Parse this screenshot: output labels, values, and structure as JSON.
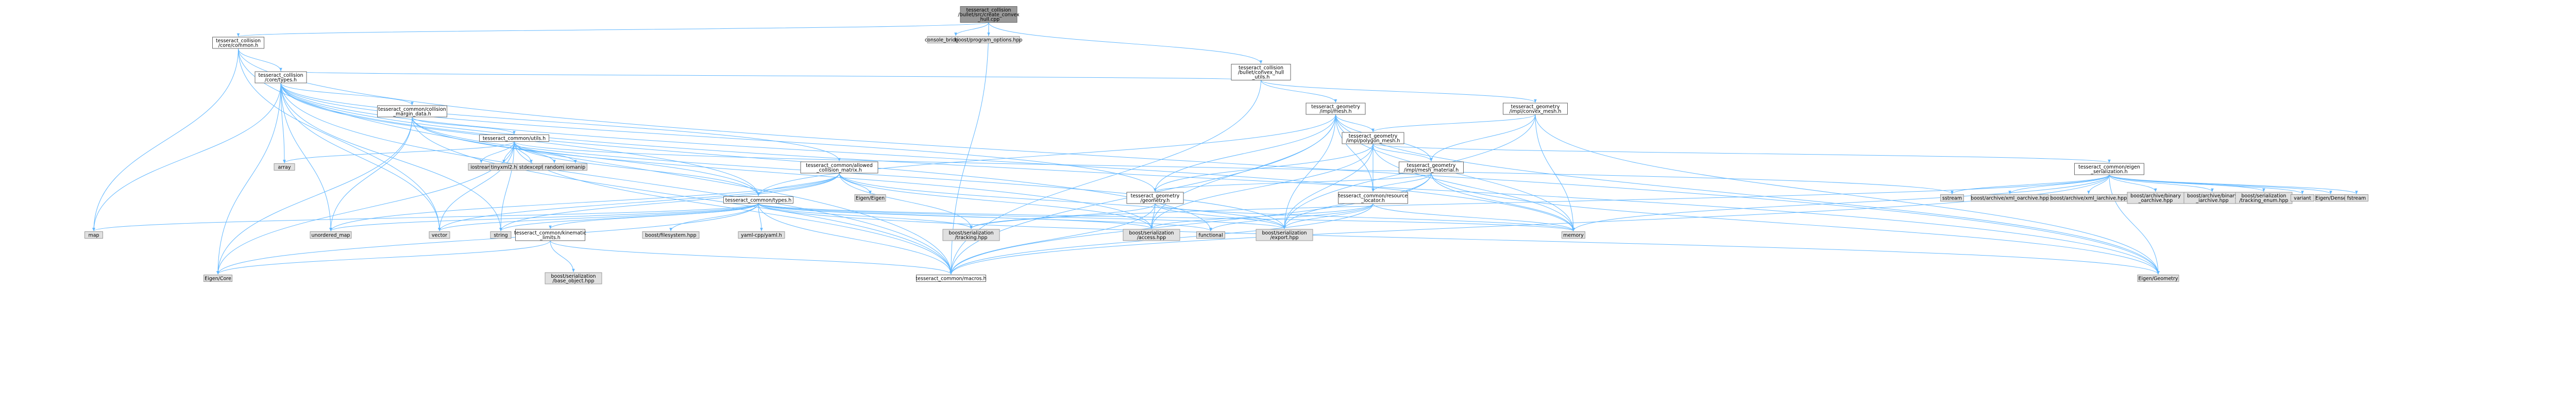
{
  "colors": {
    "edge": "#63b8ff",
    "root_fill": "#999999",
    "node_fill": "#ffffff",
    "external_fill": "#e0e0e0",
    "border": "#666666"
  },
  "nodes": {
    "root": [
      "tesseract_collision",
      "/bullet/src/create_convex",
      "_hull.cpp"
    ],
    "console": [
      "console_bridge/console.h"
    ],
    "program_options": [
      "boost/program_options.hpp"
    ],
    "core_common": [
      "tesseract_collision",
      "/core/common.h"
    ],
    "convex_hull_utils": [
      "tesseract_collision",
      "/bullet/convex_hull",
      "_utils.h"
    ],
    "core_types": [
      "tesseract_collision",
      "/core/types.h"
    ],
    "geom_mesh": [
      "tesseract_geometry",
      "/impl/mesh.h"
    ],
    "geom_convex_mesh": [
      "tesseract_geometry",
      "/impl/convex_mesh.h"
    ],
    "collision_margin": [
      "tesseract_common/collision",
      "_margin_data.h"
    ],
    "polygon_mesh": [
      "tesseract_geometry",
      "/impl/polygon_mesh.h"
    ],
    "utils": [
      "tesseract_common/utils.h"
    ],
    "array": [
      "array"
    ],
    "iostream": [
      "iostream"
    ],
    "tinyxml2": [
      "tinyxml2.h"
    ],
    "stdexcept": [
      "stdexcept"
    ],
    "random": [
      "random"
    ],
    "iomanip": [
      "iomanip"
    ],
    "allowed_collision": [
      "tesseract_common/allowed",
      "_collision_matrix.h"
    ],
    "mesh_material": [
      "tesseract_geometry",
      "/impl/mesh_material.h"
    ],
    "eigen_serialization": [
      "tesseract_common/eigen",
      "_serialization.h"
    ],
    "sstream": [
      "sstream"
    ],
    "eigen_eigen": [
      "Eigen/Eigen"
    ],
    "common_types": [
      "tesseract_common/types.h"
    ],
    "geometry": [
      "tesseract_geometry",
      "/geometry.h"
    ],
    "resource_locator": [
      "tesseract_common/resource",
      "_locator.h"
    ],
    "xml_oarchive": [
      "boost/archive/xml_oarchive.hpp"
    ],
    "xml_iarchive": [
      "boost/archive/xml_iarchive.hpp"
    ],
    "binary_oarchive": [
      "boost/archive/binary",
      "_oarchive.hpp"
    ],
    "binary_iarchive": [
      "boost/archive/binary",
      "_iarchive.hpp"
    ],
    "tracking_enum": [
      "boost/serialization",
      "/tracking_enum.hpp"
    ],
    "variant": [
      "variant"
    ],
    "eigen_dense": [
      "Eigen/Dense"
    ],
    "fstream": [
      "fstream"
    ],
    "map": [
      "map"
    ],
    "unordered_map": [
      "unordered_map"
    ],
    "vector": [
      "vector"
    ],
    "string": [
      "string"
    ],
    "kinematic_limits": [
      "tesseract_common/kinematic",
      "_limits.h"
    ],
    "filesystem": [
      "boost/filesystem.hpp"
    ],
    "yaml": [
      "yaml-cpp/yaml.h"
    ],
    "ser_tracking": [
      "boost/serialization",
      "/tracking.hpp"
    ],
    "ser_access": [
      "boost/serialization",
      "/access.hpp"
    ],
    "functional": [
      "functional"
    ],
    "ser_export": [
      "boost/serialization",
      "/export.hpp"
    ],
    "memory": [
      "memory"
    ],
    "eigen_core": [
      "Eigen/Core"
    ],
    "base_object": [
      "boost/serialization",
      "/base_object.hpp"
    ],
    "macros": [
      "tesseract_common/macros.h"
    ],
    "eigen_geometry": [
      "Eigen/Geometry"
    ]
  }
}
